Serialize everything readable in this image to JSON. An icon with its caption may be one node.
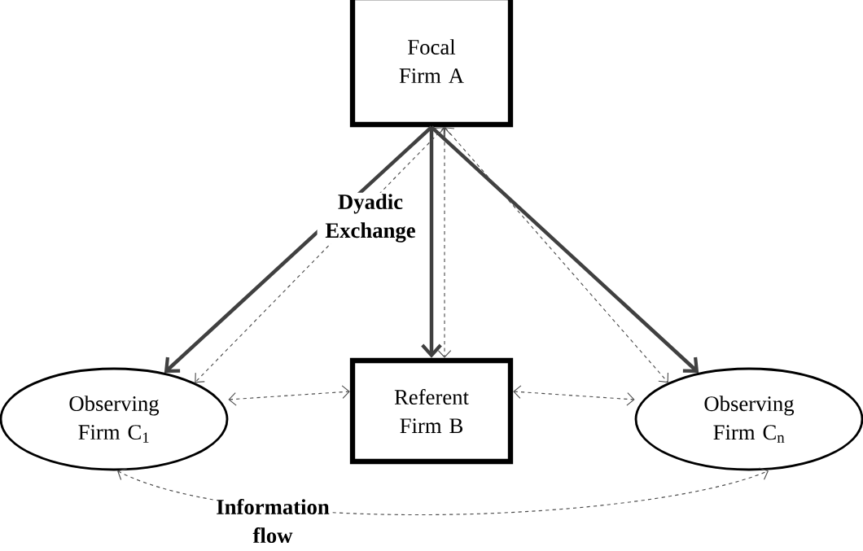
{
  "diagram": {
    "nodes": [
      {
        "text": [
          "Focal Firm A"
        ]
      },
      {
        "text": [
          "Observing Firm C$_{1}$"
        ]
      },
      {
        "text": [
          "Referent Firm B"
        ]
      },
      {
        "text": [
          "Observing Firm C$_{n}$"
        ]
      }
    ],
    "edges": [
      {
        "from": 0,
        "to": 1,
        "arrow": "to",
        "style": "thick"
      },
      {
        "from": 0,
        "to": 2,
        "arrow": "to",
        "style": "thick"
      },
      {
        "from": 0,
        "to": 3,
        "arrow": "to",
        "style": "thick"
      },
      {
        "from": 0,
        "to": 1,
        "arrow": "both",
        "style": "dashed"
      },
      {
        "from": 0,
        "to": 2,
        "arrow": "both",
        "style": "dashed"
      },
      {
        "from": 0,
        "to": 3,
        "arrow": "both",
        "style": "dashed"
      },
      {
        "from": 1,
        "to": 2,
        "arrow": "both",
        "style": "dashed"
      },
      {
        "from": 2,
        "to": 3,
        "arrow": "both",
        "style": "dashed"
      },
      {
        "from": 1,
        "to": 3,
        "arrow": "both",
        "style": "dashed",
        "label": "Information flow"
      }
    ],
    "labels": [
      "Dyadic Exchange"
    ]
  }
}
